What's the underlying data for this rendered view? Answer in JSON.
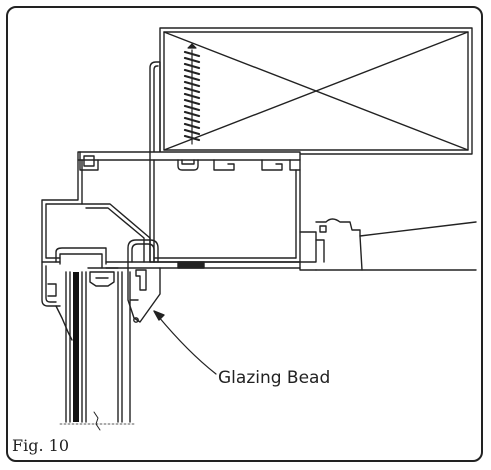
{
  "figure": {
    "caption": "Fig. 10",
    "annotations": [
      {
        "label": "Glazing Bead",
        "points_to": "glazing-bead"
      }
    ]
  },
  "colors": {
    "line": "#222222",
    "fill": "#ffffff",
    "dark": "#111111"
  }
}
